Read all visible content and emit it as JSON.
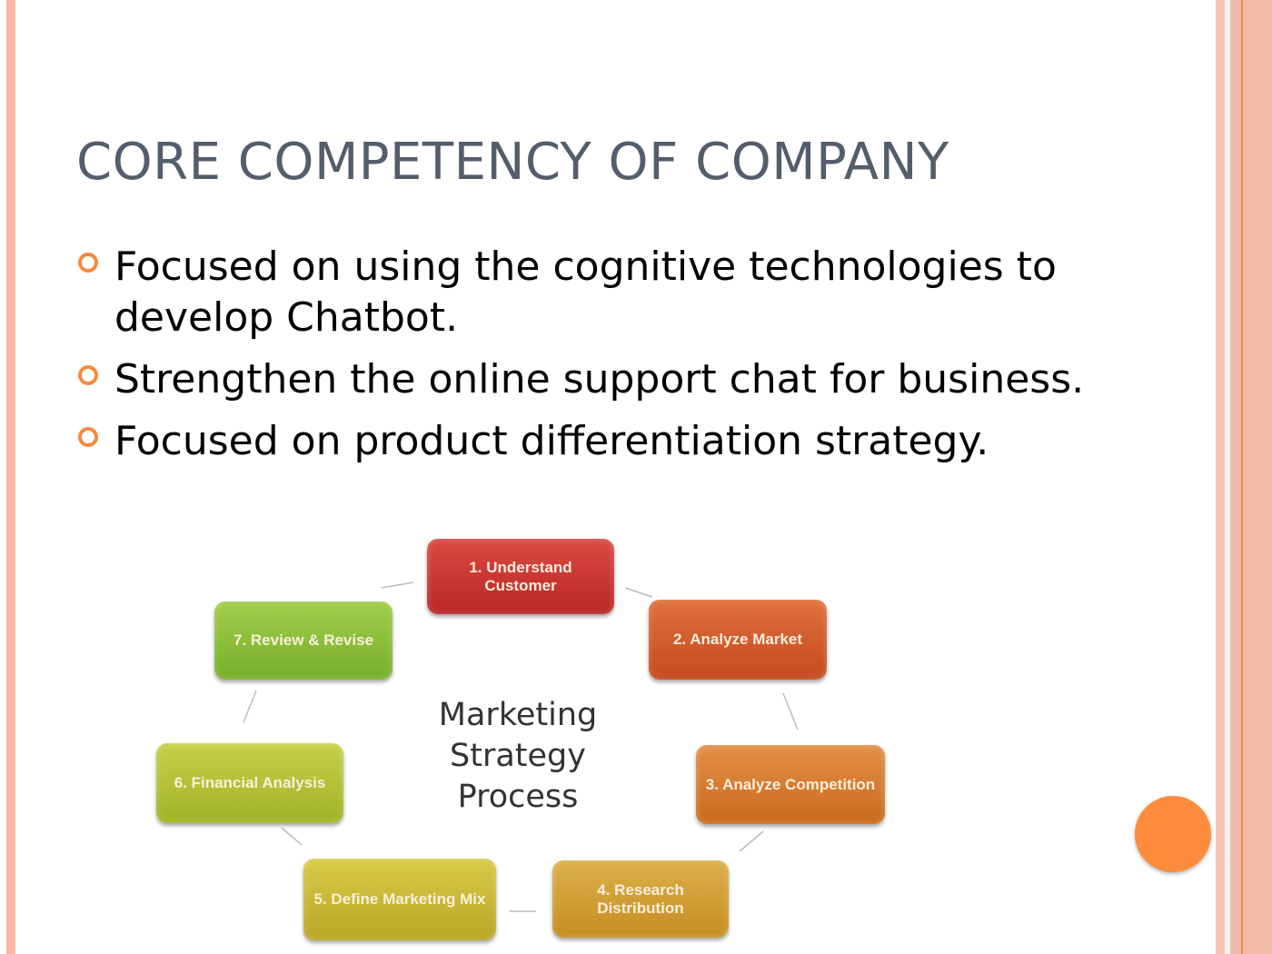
{
  "slide": {
    "title": "CORE COMPETENCY OF COMPANY",
    "bullets": [
      "Focused on using the cognitive technologies to develop Chatbot.",
      "Strengthen the online support chat for business.",
      "Focused on product differentiation strategy."
    ]
  },
  "diagram": {
    "center": "Marketing Strategy Process",
    "steps": [
      "1. Understand Customer",
      "2. Analyze Market",
      "3. Analyze Competition",
      "4. Research Distribution",
      "5. Define Marketing Mix",
      "6. Financial Analysis",
      "7. Review & Revise"
    ]
  },
  "colors": {
    "accent": "#f58a3d",
    "title": "#535d6c",
    "border": "#f5b9a6"
  }
}
